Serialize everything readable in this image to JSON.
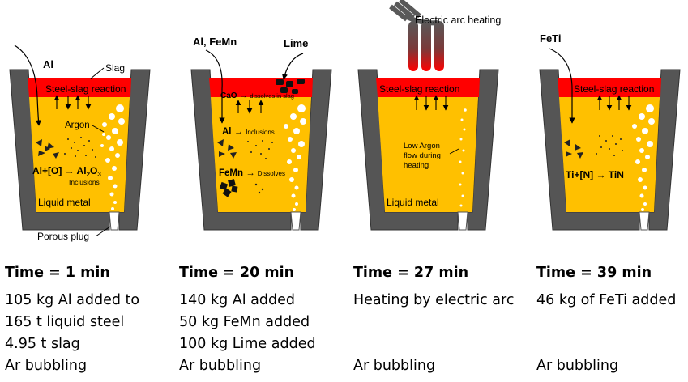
{
  "labels": {
    "slag": "Slag",
    "porous_plug": "Porous plug",
    "electric_arc_heating": "Electric arc heating"
  },
  "ladles": [
    {
      "id": "t1",
      "additive_label": "Al",
      "reaction_label": "Steel-slag reaction",
      "argon_label": "Argon",
      "reaction_text": "Al+[O] → Al",
      "reaction_sub2": "2",
      "reaction_o": "O",
      "reaction_sub3": "3",
      "inclusions_label": "Inclusions",
      "liquid_metal_label": "Liquid metal"
    },
    {
      "id": "t20",
      "additive_label": "Al, FeMn",
      "lime_label": "Lime",
      "cao_text": "CaO →",
      "cao_note": "dissolves in slag",
      "al_text": "Al →",
      "al_note": "Inclusions",
      "femn_text": "FeMn →",
      "femn_note": "Dissolves"
    },
    {
      "id": "t27",
      "reaction_label": "Steel-slag reaction",
      "low_argon": [
        "Low Argon",
        "flow during",
        "heating"
      ],
      "liquid_metal_label": "Liquid metal"
    },
    {
      "id": "t39",
      "additive_label": "FeTi",
      "reaction_label": "Steel-slag reaction",
      "reaction_text": "Ti+[N] → TiN"
    }
  ],
  "captions": [
    {
      "time": "Time = 1 min",
      "lines": [
        "105 kg Al added to",
        "165 t liquid steel",
        "4.95 t slag",
        "Ar bubbling"
      ]
    },
    {
      "time": "Time = 20 min",
      "lines": [
        "140 kg Al added",
        "50 kg FeMn added",
        "100 kg Lime added",
        "Ar bubbling"
      ]
    },
    {
      "time": "Time = 27 min",
      "lines": [
        "Heating by electric arc",
        "",
        "",
        "Ar bubbling"
      ]
    },
    {
      "time": "Time = 39 min",
      "lines": [
        "46 kg of FeTi added",
        "",
        "",
        "Ar bubbling"
      ]
    }
  ],
  "colors": {
    "ladle_wall": "#555555",
    "ladle_outline": "#333333",
    "slag": "#ff0000",
    "liquid_metal": "#ffc000",
    "electrode": "#595959",
    "electrode_tip": "#ff0000",
    "bubble": "#ffffff"
  }
}
